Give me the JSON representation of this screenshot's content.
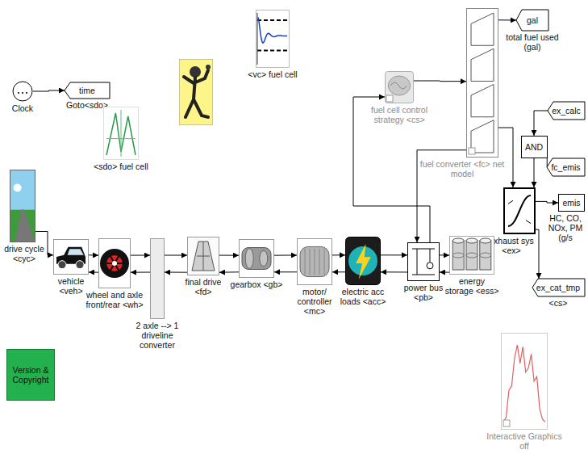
{
  "diagram": {
    "nodes": [
      {
        "text": [
          "gal",
          "total fuel used (gal)"
        ]
      },
      {
        "text": [
          "Clock"
        ]
      },
      {
        "text": [
          "time",
          "Goto<sdo>"
        ]
      },
      {
        "text": [
          "<vc> fuel cell"
        ]
      },
      {
        "text": [
          "ex_calc"
        ]
      },
      {
        "text": [
          "fuel cell control strategy <cs>"
        ]
      },
      {
        "text": [
          "fuel converter <fc> net model"
        ]
      },
      {
        "text": [
          "AND"
        ]
      },
      {
        "text": [
          "<sdo> fuel cell"
        ]
      },
      {
        "text": [
          "fc_emis"
        ]
      },
      {
        "text": [
          "emis",
          "HC, CO, NOx, PM (g/s"
        ]
      },
      {
        "text": [
          "exhaust sys <ex>"
        ]
      },
      {
        "text": [
          "drive cycle <cyc>"
        ]
      },
      {
        "text": [
          "vehicle <veh>"
        ]
      },
      {
        "text": [
          "wheel and axle front/rear <wh>"
        ]
      },
      {
        "text": [
          "2 axle --> 1 driveline converter"
        ]
      },
      {
        "text": [
          "final drive <fd>"
        ]
      },
      {
        "text": [
          "gearbox <gb>"
        ]
      },
      {
        "text": [
          "motor/ controller <mc>"
        ]
      },
      {
        "text": [
          "electric acc loads <acc>"
        ]
      },
      {
        "text": [
          "power bus <pb>"
        ]
      },
      {
        "text": [
          "energy storage <ess>"
        ]
      },
      {
        "text": [
          "ex_cat_tmp",
          "<cs>"
        ]
      },
      {
        "text": [
          "Version & Copyright"
        ]
      },
      {
        "text": [
          "Interactive Graphics",
          "off"
        ]
      }
    ],
    "edges": [
      {
        "from": 1,
        "to": 2,
        "arrow": "to"
      },
      {
        "from": 5,
        "to": 6,
        "arrow": "to"
      },
      {
        "from": 6,
        "to": 0,
        "arrow": "to"
      },
      {
        "from": 4,
        "to": 7,
        "arrow": "to"
      },
      {
        "from": 9,
        "to": 7,
        "arrow": "to"
      },
      {
        "from": 7,
        "to": 11,
        "arrow": "to"
      },
      {
        "from": 6,
        "to": 11,
        "arrow": "to"
      },
      {
        "from": 11,
        "to": 10,
        "arrow": "to"
      },
      {
        "from": 11,
        "to": 22,
        "arrow": "to"
      },
      {
        "from": 6,
        "to": 20,
        "arrow": "to"
      },
      {
        "from": 20,
        "to": 5,
        "arrow": "to"
      },
      {
        "from": 12,
        "to": 13,
        "arrow": "to"
      },
      {
        "from": 13,
        "to": 14,
        "arrow": "to"
      },
      {
        "from": 14,
        "to": 15,
        "arrow": "to"
      },
      {
        "from": 15,
        "to": 16,
        "arrow": "to"
      },
      {
        "from": 16,
        "to": 17,
        "arrow": "to"
      },
      {
        "from": 17,
        "to": 18,
        "arrow": "to"
      },
      {
        "from": 18,
        "to": 19,
        "arrow": "to"
      },
      {
        "from": 19,
        "to": 20,
        "arrow": "to"
      },
      {
        "from": 20,
        "to": 21,
        "arrow": "to"
      },
      {
        "from": 14,
        "to": 13,
        "arrow": "to"
      },
      {
        "from": 15,
        "to": 14,
        "arrow": "to"
      },
      {
        "from": 16,
        "to": 15,
        "arrow": "to"
      },
      {
        "from": 17,
        "to": 16,
        "arrow": "to"
      },
      {
        "from": 18,
        "to": 17,
        "arrow": "to"
      },
      {
        "from": 19,
        "to": 18,
        "arrow": "to"
      },
      {
        "from": 20,
        "to": 19,
        "arrow": "to"
      },
      {
        "from": 21,
        "to": 20,
        "arrow": "to"
      }
    ]
  }
}
